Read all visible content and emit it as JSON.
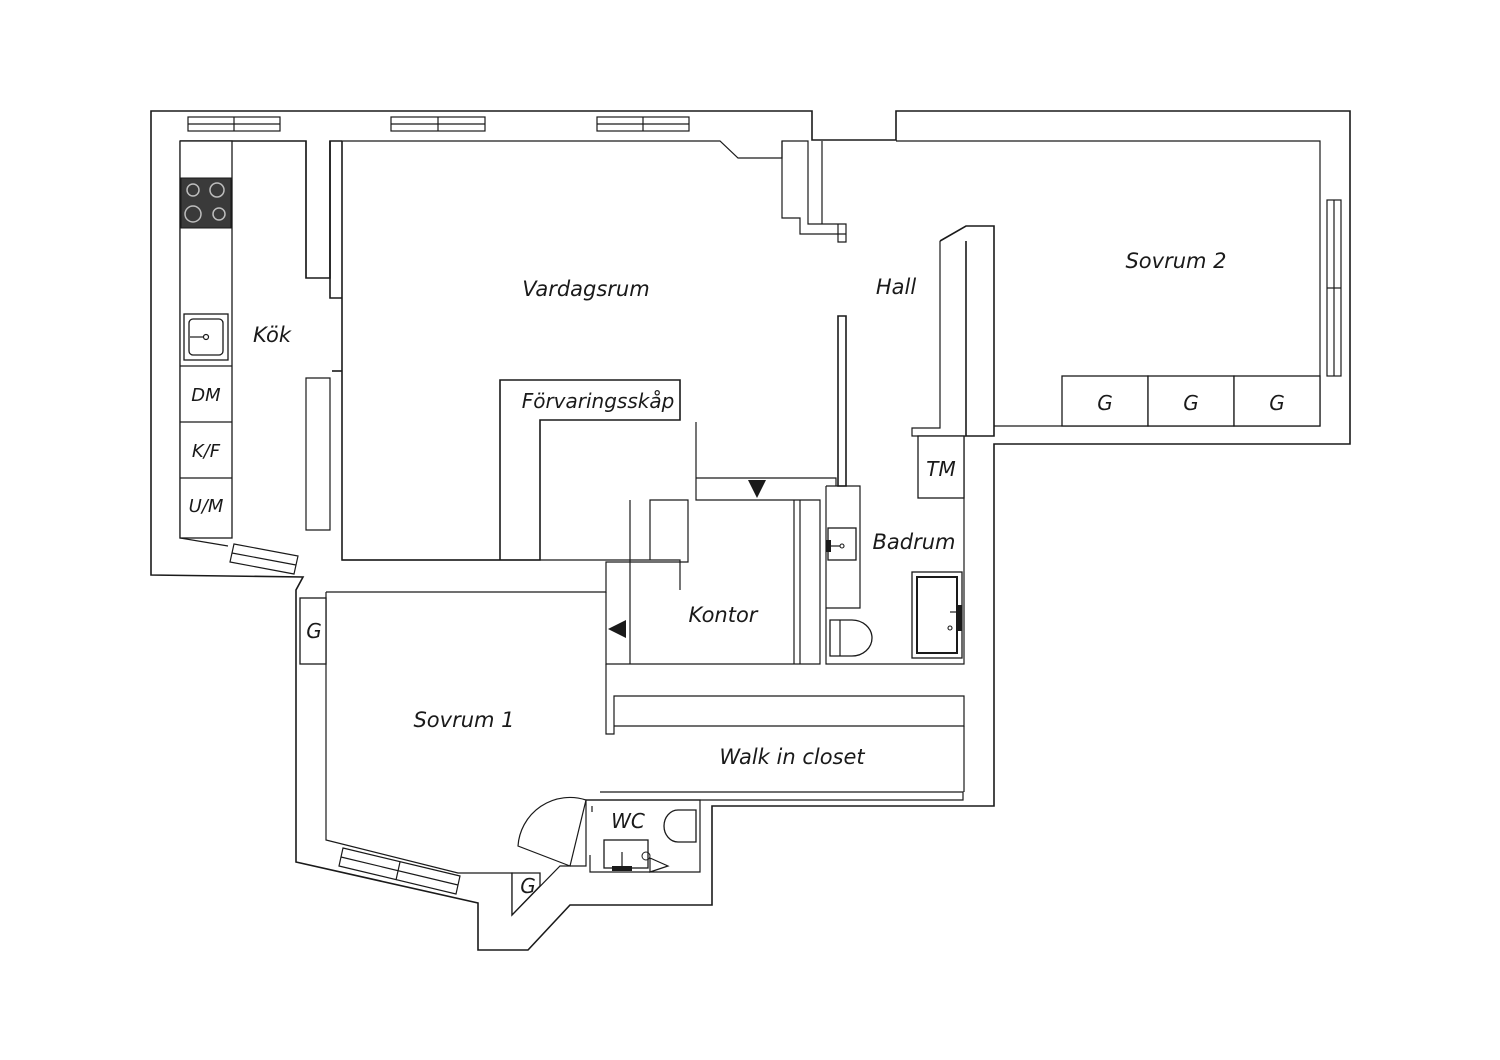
{
  "rooms": {
    "kok": "Kök",
    "vardagsrum": "Vardagsrum",
    "hall": "Hall",
    "sovrum2": "Sovrum 2",
    "forvaringsskap": "Förvaringsskåp",
    "badrum": "Badrum",
    "kontor": "Kontor",
    "sovrum1": "Sovrum 1",
    "walk_in_closet": "Walk in closet",
    "wc": "WC"
  },
  "fixtures": {
    "dm": "DM",
    "kf": "K/F",
    "um": "U/M",
    "tm": "TM",
    "wardrobe": "G"
  },
  "icons": [
    "stove-icon",
    "sink-icon",
    "bathtub-icon",
    "toilet-icon",
    "door-arrow-icon",
    "window-icon"
  ],
  "colors": {
    "line": "#1a1a1a",
    "background": "#ffffff",
    "stove": "#3a3a3a"
  }
}
